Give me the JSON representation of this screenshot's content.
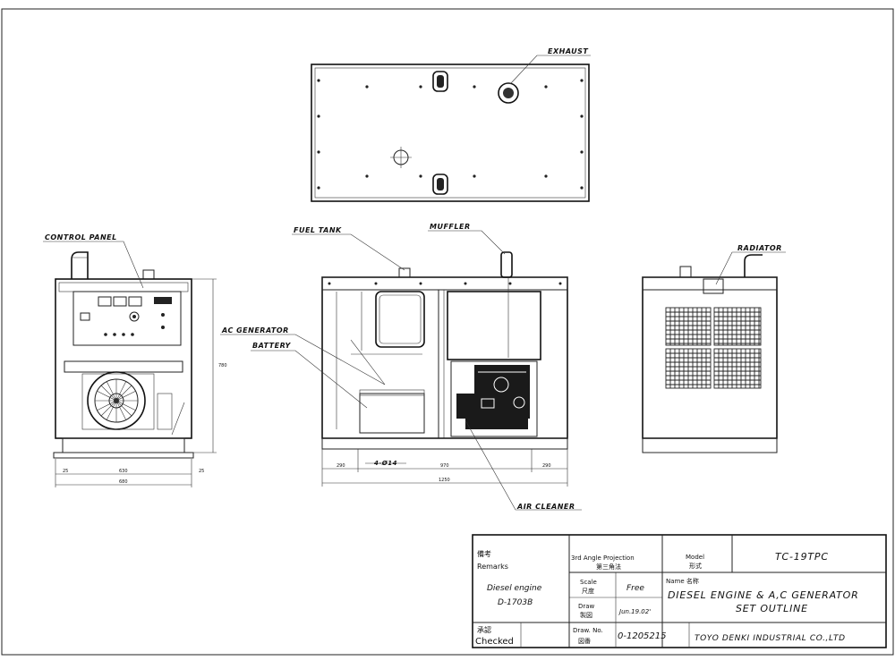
{
  "labels": {
    "exhaust": "EXHAUST",
    "control_panel": "CONTROL PANEL",
    "fuel_tank": "FUEL TANK",
    "muffler": "MUFFLER",
    "radiator": "RADIATOR",
    "ac_generator": "AC GENERATOR",
    "battery": "BATTERY",
    "air_cleaner": "AIR CLEANER",
    "hole": "4-Ø14"
  },
  "dimensions": {
    "front_left_margin": "25",
    "front_width_inner": "630",
    "front_right_margin": "25",
    "front_total_width": "680",
    "front_height": "780",
    "side_left": "290",
    "side_middle": "970",
    "side_right": "290",
    "side_total": "1250"
  },
  "title_block": {
    "remarks_jp": "備考",
    "remarks": "Remarks",
    "engine_label": "Diesel engine",
    "engine_model": "D-1703B",
    "checked_jp": "承認",
    "checked": "Checked",
    "projection": "3rd Angle Projection",
    "projection_jp": "第三角法",
    "model_label": "Model",
    "model_label_jp": "形式",
    "model_value": "TC-19TPC",
    "scale_label": "Scale",
    "scale_label_jp": "尺度",
    "scale_value": "Free",
    "name_label": "Name 名称",
    "name_line1": "DIESEL ENGINE & A,C GENERATOR",
    "name_line2": "SET OUTLINE",
    "draw_label": "Draw",
    "draw_label_jp": "製図",
    "draw_date": "Jun.19.02'",
    "drawno_label": "Draw. No.",
    "drawno_label_jp": "図番",
    "drawno_value": "0-1205215",
    "company": "TOYO DENKI INDUSTRIAL CO.,LTD"
  }
}
